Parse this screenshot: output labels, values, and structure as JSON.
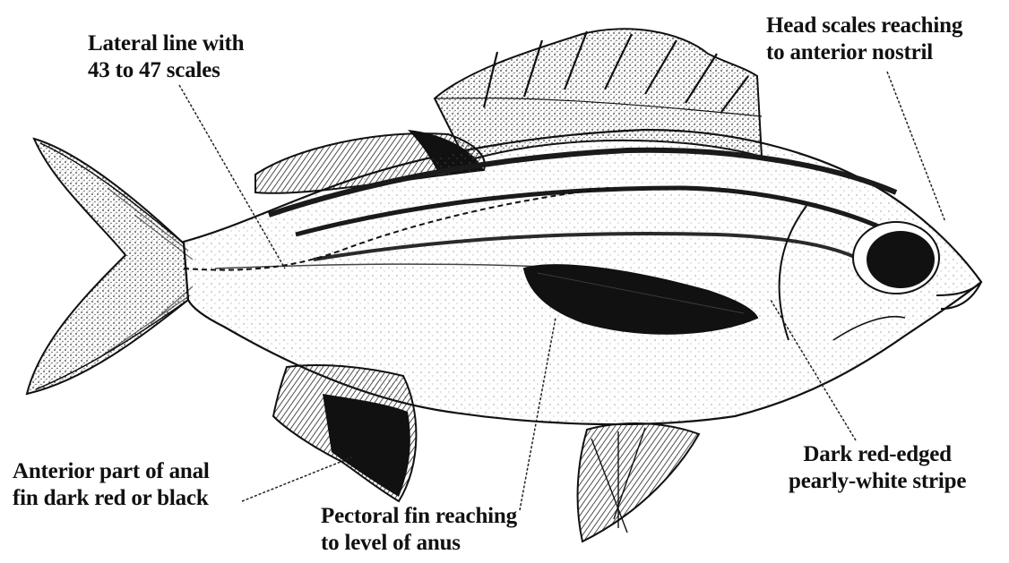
{
  "labels": {
    "lateral_line": {
      "line1": "Lateral line with",
      "line2": "43 to 47 scales"
    },
    "head_scales": {
      "line1": "Head scales reaching",
      "line2": "to anterior nostril"
    },
    "anal_fin": {
      "line1": "Anterior part of anal",
      "line2": "fin dark red or black"
    },
    "pectoral_fin": {
      "line1": "Pectoral fin reaching",
      "line2": "to level of anus"
    },
    "stripe": {
      "line1": "Dark red-edged",
      "line2": "pearly-white stripe"
    }
  },
  "colors": {
    "ink": "#111111",
    "fin_dark": "#1a1a1a",
    "stipple": "#555555",
    "background": "#ffffff"
  }
}
